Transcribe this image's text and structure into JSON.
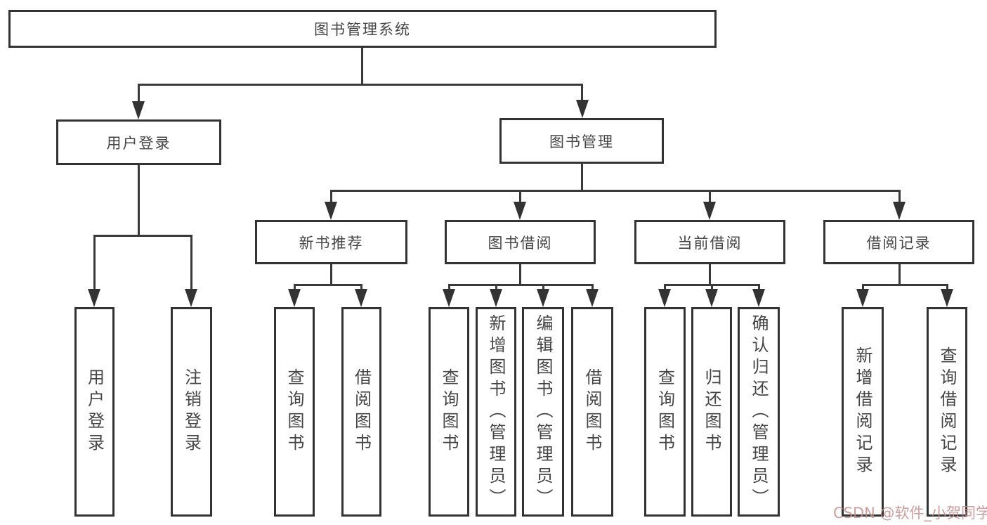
{
  "diagram_title": "图书管理系统",
  "tree": {
    "label": "图书管理系统",
    "children": [
      {
        "label": "用户登录",
        "children": [
          {
            "label": "用户登录"
          },
          {
            "label": "注销登录"
          }
        ]
      },
      {
        "label": "图书管理",
        "children": [
          {
            "label": "新书推荐",
            "children": [
              {
                "label": "查询图书"
              },
              {
                "label": "借阅图书"
              }
            ]
          },
          {
            "label": "图书借阅",
            "children": [
              {
                "label": "查询图书"
              },
              {
                "label": "新增图书（管理员）"
              },
              {
                "label": "编辑图书（管理员）"
              },
              {
                "label": "借阅图书"
              }
            ]
          },
          {
            "label": "当前借阅",
            "children": [
              {
                "label": "查询图书"
              },
              {
                "label": "归还图书"
              },
              {
                "label": "确认归还（管理员）"
              }
            ]
          },
          {
            "label": "借阅记录",
            "children": [
              {
                "label": "新增借阅记录"
              },
              {
                "label": "查询借阅记录"
              }
            ]
          }
        ]
      }
    ]
  },
  "watermark": {
    "text": "CSDN @软件_小贺同学",
    "color": "#c58c8c"
  },
  "colors": {
    "box_border": "#333333",
    "connector_line": "#3a3a3a",
    "text": "#454545",
    "background": "#ffffff"
  }
}
